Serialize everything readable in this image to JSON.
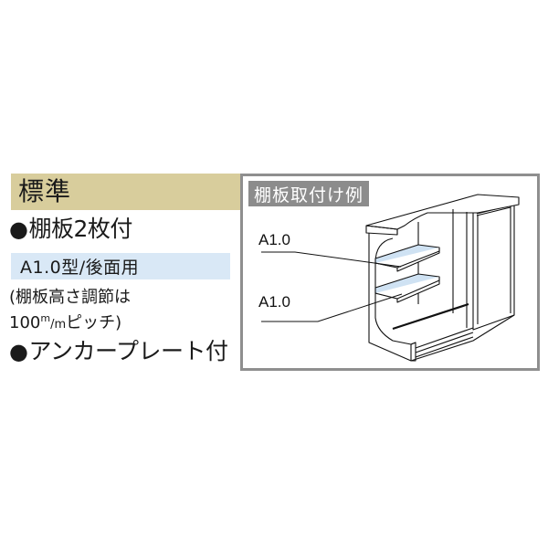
{
  "standard": {
    "title": "標準",
    "shelf_line": {
      "bullet": "●",
      "text": "棚板2枚付"
    },
    "spec_box": "A1.0型/後面用",
    "note_line1": "(棚板高さ調節は",
    "note_line2": {
      "value": "100",
      "unit_sup": "m",
      "unit_slash": "/m",
      "suffix": "ピッチ)"
    },
    "anchor_line": {
      "bullet": "●",
      "text": "アンカープレート付"
    }
  },
  "illustration": {
    "title": "棚板取付け例",
    "labels": [
      {
        "text": "A1.0",
        "target": "upper-shelf"
      },
      {
        "text": "A1.0",
        "target": "lower-shelf"
      }
    ]
  },
  "colors": {
    "header_band": "#d8cd9c",
    "spec_box": "#d9e8f6",
    "frame_border": "#8f8f8f",
    "frame_title_bg": "#8c8c8c",
    "shelf_fill": "#cfe2f3"
  }
}
